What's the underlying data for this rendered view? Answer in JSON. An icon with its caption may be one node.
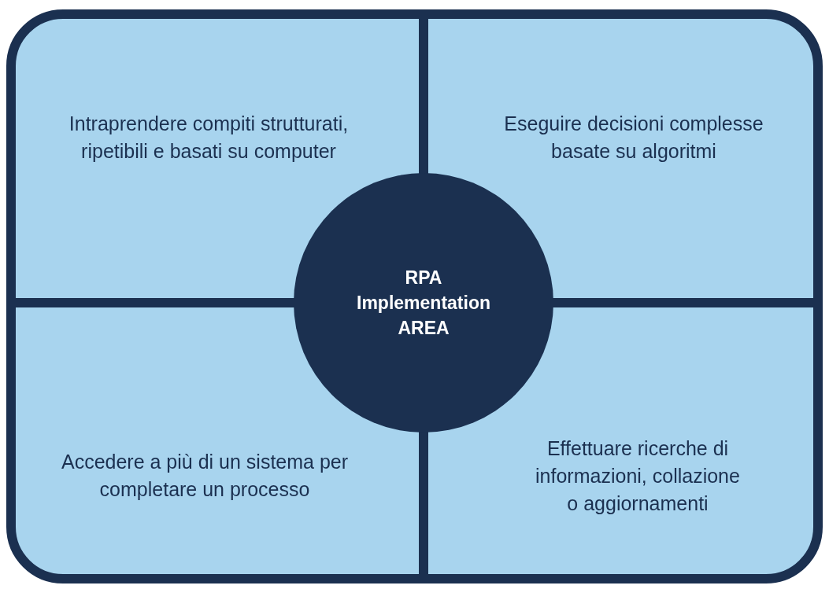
{
  "diagram": {
    "nodes": [
      {
        "text": [
          "Intraprendere compiti strutturati, ripetibili e basati su computer"
        ]
      },
      {
        "text": [
          "Eseguire decisioni complesse basate su algoritmi"
        ]
      },
      {
        "text": [
          "Accedere a più di un sistema per completare un processo"
        ]
      },
      {
        "text": [
          "Effettuare ricerche di informazioni, collazione o aggiornamenti"
        ]
      },
      {
        "text": [
          "RPA Implementation AREA"
        ]
      }
    ]
  }
}
